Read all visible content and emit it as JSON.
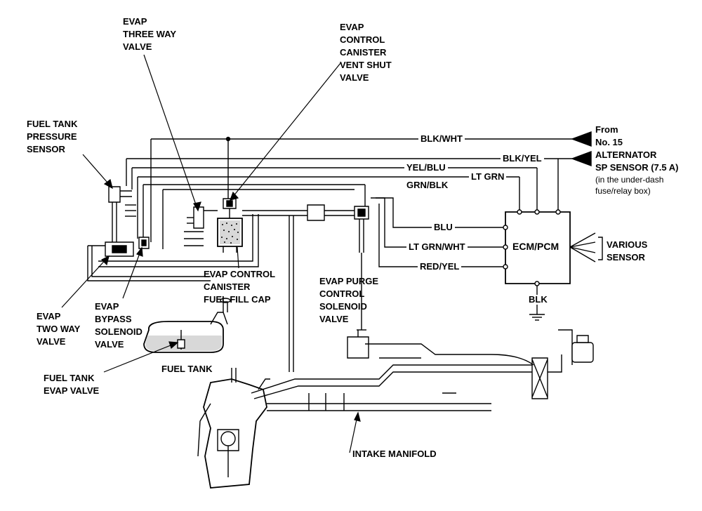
{
  "labels": {
    "evap_three_way": "EVAP\nTHREE WAY\nVALVE",
    "evap_vent_shut": "EVAP\nCONTROL\nCANISTER\nVENT SHUT\nVALVE",
    "fuel_tank_pressure": "FUEL TANK\nPRESSURE\nSENSOR",
    "from_no15": "From\nNo. 15",
    "alternator": "ALTERNATOR\nSP SENSOR (7.5 A)",
    "under_dash": "(in the under-dash\nfuse/relay box)",
    "ecm": "ECM/PCM",
    "various_sensor": "VARIOUS\nSENSOR",
    "blk": "BLK",
    "evap_canister_cap": "EVAP CONTROL\nCANISTER\nFUEL FILL CAP",
    "evap_purge": "EVAP PURGE\nCONTROL\nSOLENOID\nVALVE",
    "evap_two_way": "EVAP\nTWO WAY\nVALVE",
    "evap_bypass": "EVAP\nBYPASS\nSOLENOID\nVALVE",
    "fuel_tank": "FUEL TANK",
    "fuel_tank_evap": "FUEL TANK\nEVAP VALVE",
    "intake_manifold": "INTAKE MANIFOLD"
  },
  "wires": {
    "blk_wht": "BLK/WHT",
    "blk_yel": "BLK/YEL",
    "yel_blu": "YEL/BLU",
    "lt_grn": "LT GRN",
    "grn_blk": "GRN/BLK",
    "blu": "BLU",
    "lt_grn_wht": "LT GRN/WHT",
    "red_yel": "RED/YEL"
  }
}
